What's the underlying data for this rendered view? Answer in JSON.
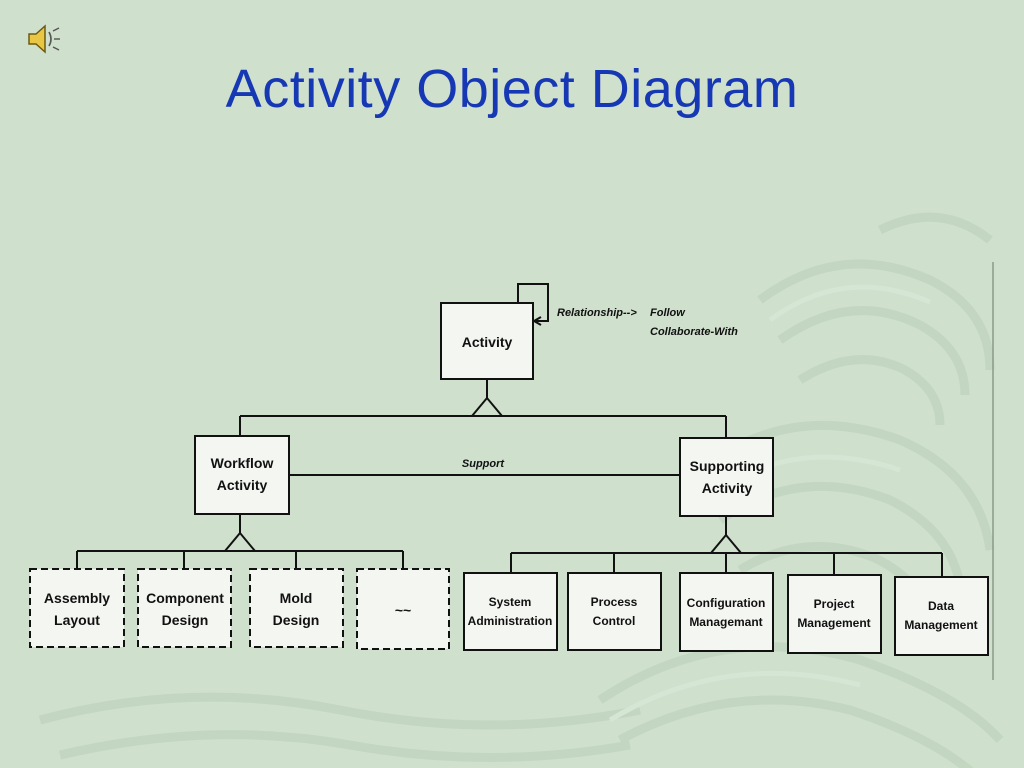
{
  "slide": {
    "title": "Activity Object Diagram",
    "accent_color": "#1738b5",
    "background_color": "#cfe0cd",
    "audio_icon": "speaker-icon"
  },
  "diagram": {
    "root": {
      "label_lines": [
        "Activity"
      ]
    },
    "self_relationship": {
      "label": "Relationship-->",
      "values": [
        "Follow",
        "Collaborate-With"
      ]
    },
    "branches": [
      {
        "label_lines": [
          "Workflow",
          "Activity"
        ],
        "children": [
          {
            "label_lines": [
              "Assembly",
              "Layout"
            ],
            "style": "dashed"
          },
          {
            "label_lines": [
              "Component",
              "Design"
            ],
            "style": "dashed"
          },
          {
            "label_lines": [
              "Mold",
              "Design"
            ],
            "style": "dashed"
          },
          {
            "label_lines": [
              "~~"
            ],
            "style": "dashed"
          }
        ]
      },
      {
        "label_lines": [
          "Supporting",
          "Activity"
        ],
        "children": [
          {
            "label_lines": [
              "System",
              "Administration"
            ],
            "style": "solid"
          },
          {
            "label_lines": [
              "Process",
              "Control"
            ],
            "style": "solid"
          },
          {
            "label_lines": [
              "Configuration",
              "Managemant"
            ],
            "style": "solid"
          },
          {
            "label_lines": [
              "Project",
              "Management"
            ],
            "style": "solid"
          },
          {
            "label_lines": [
              "Data",
              "Management"
            ],
            "style": "solid"
          }
        ]
      }
    ],
    "association_label": "Support"
  }
}
